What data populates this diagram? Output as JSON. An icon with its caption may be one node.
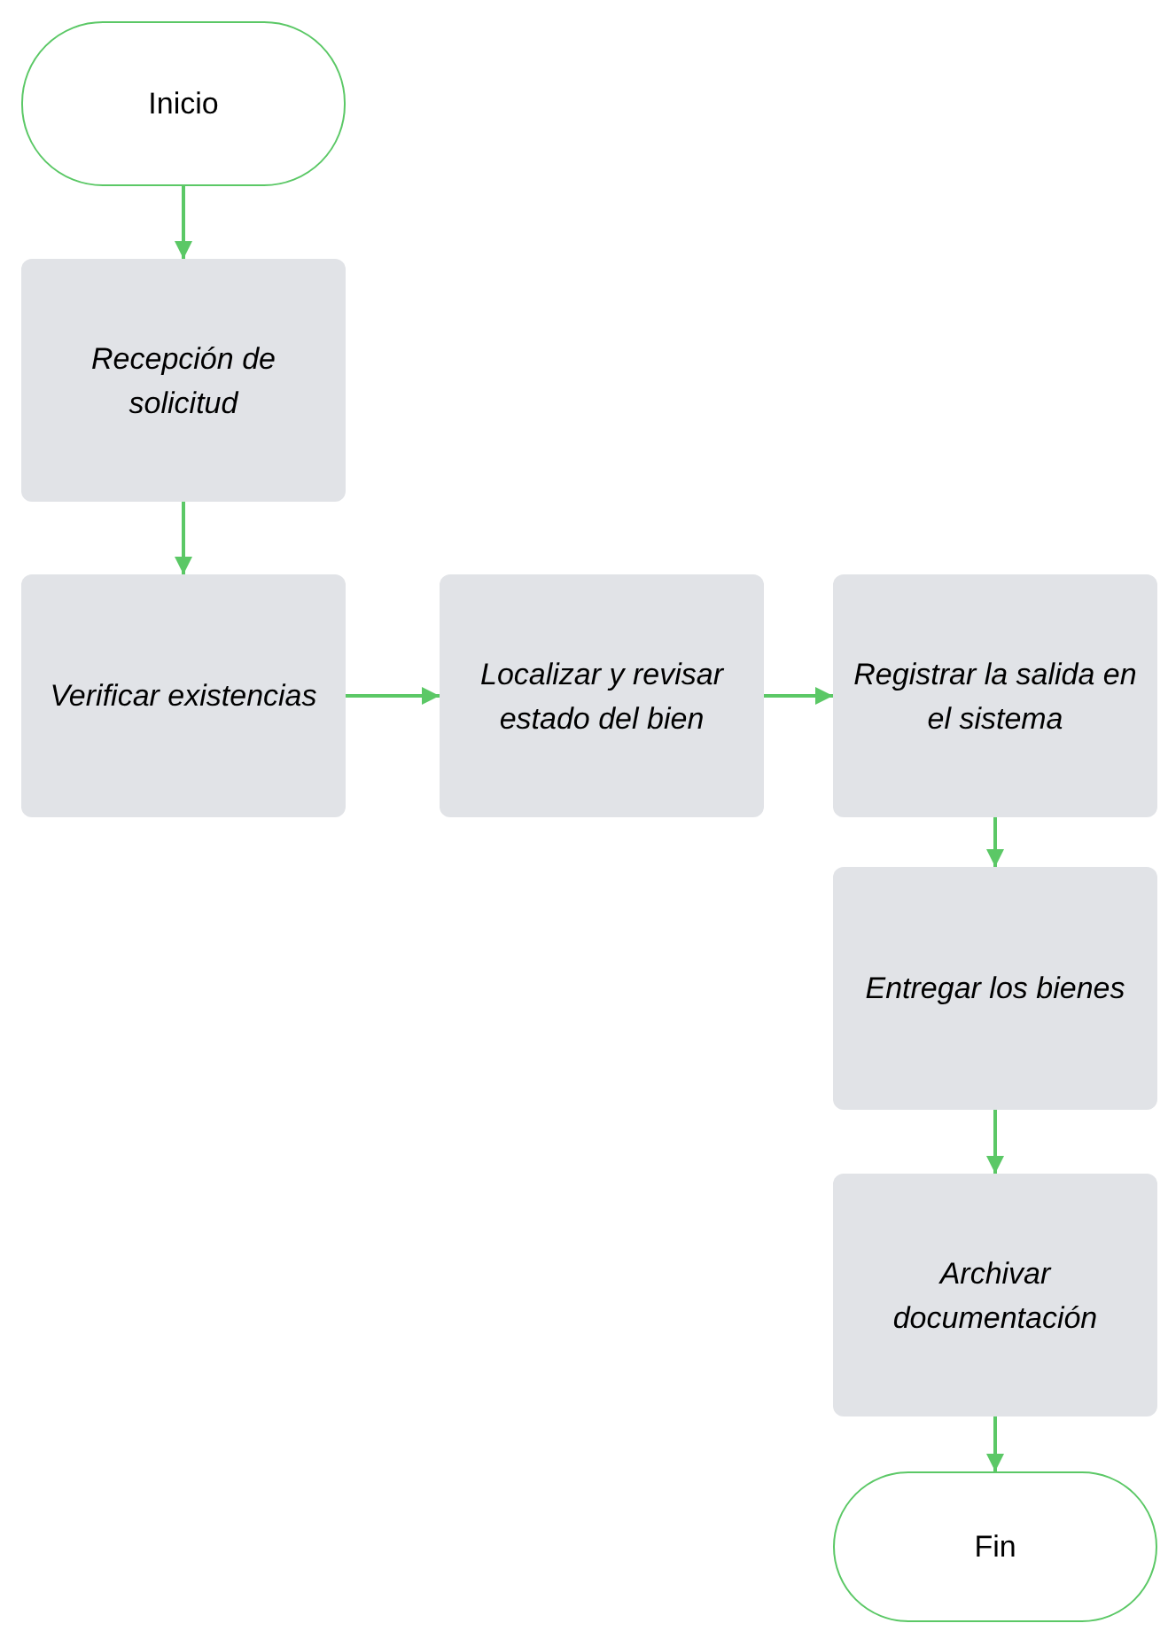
{
  "diagram": {
    "nodes": [
      {
        "text": [
          "Inicio"
        ]
      },
      {
        "text": [
          "Recepción de solicitud"
        ]
      },
      {
        "text": [
          "Verificar existencias"
        ]
      },
      {
        "text": [
          "Localizar y revisar estado del bien"
        ]
      },
      {
        "text": [
          "Registrar la salida en el sistema"
        ]
      },
      {
        "text": [
          "Entregar los bienes"
        ]
      },
      {
        "text": [
          "Archivar documentación"
        ]
      },
      {
        "text": [
          "Fin"
        ]
      }
    ],
    "edges": [
      {
        "from": 0,
        "to": 1,
        "arrow": "to"
      },
      {
        "from": 1,
        "to": 2,
        "arrow": "to"
      },
      {
        "from": 2,
        "to": 3,
        "arrow": "to"
      },
      {
        "from": 3,
        "to": 4,
        "arrow": "to"
      },
      {
        "from": 4,
        "to": 5,
        "arrow": "to"
      },
      {
        "from": 5,
        "to": 6,
        "arrow": "to"
      },
      {
        "from": 6,
        "to": 7,
        "arrow": "to"
      }
    ]
  }
}
